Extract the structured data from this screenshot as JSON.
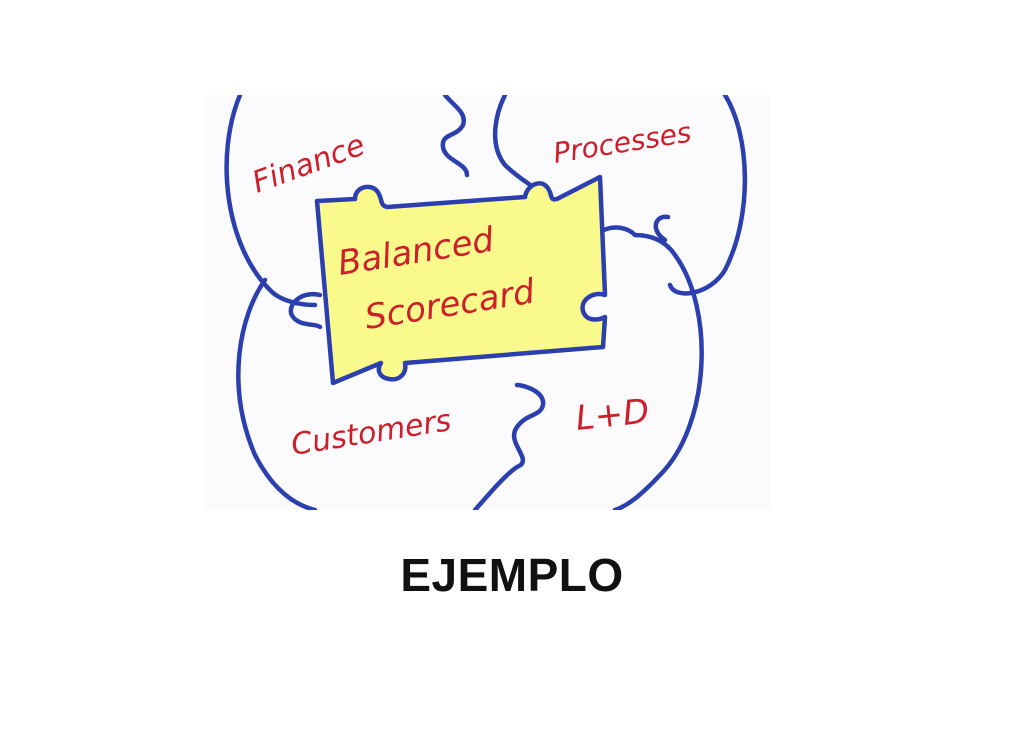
{
  "diagram": {
    "center_label": [
      "Balanced",
      "Scorecard"
    ],
    "perspectives": {
      "finance": "Finance",
      "processes": "Processes",
      "customers": "Customers",
      "learning": "L+D"
    },
    "colors": {
      "outline": "#2b3fae",
      "label_text": "#cc1f2a",
      "center_fill": "#fafa8c",
      "background": "#fbfbfd"
    }
  },
  "caption": "EJEMPLO"
}
